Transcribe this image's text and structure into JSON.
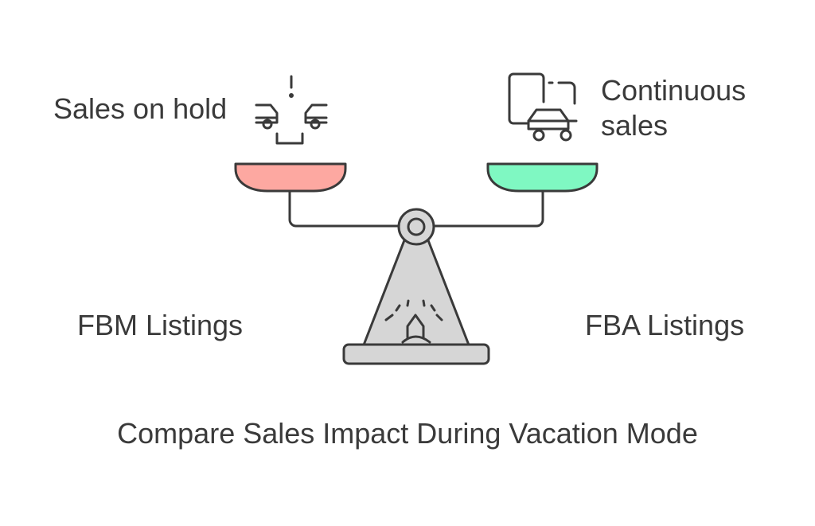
{
  "diagram": {
    "left_top_label": "Sales on hold",
    "right_top_label_line1": "Continuous",
    "right_top_label_line2": "sales",
    "left_bottom_label": "FBM Listings",
    "right_bottom_label": "FBA Listings",
    "caption": "Compare Sales Impact During Vacation Mode"
  },
  "colors": {
    "left_pan": "#fda8a1",
    "right_pan": "#7ff8c2",
    "stroke": "#3a3a3a",
    "base_fill": "#d6d6d6"
  },
  "icons": {
    "left": "cars-facing-alert-icon",
    "right": "device-and-car-icon",
    "gauge": "gauge-icon"
  }
}
